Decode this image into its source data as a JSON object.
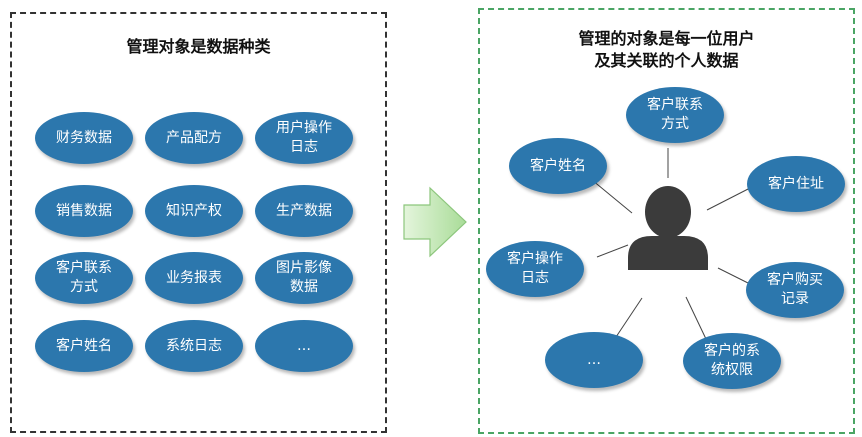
{
  "left_panel": {
    "title": "管理对象是数据种类",
    "items": [
      "财务数据",
      "产品配方",
      "用户操作\n日志",
      "销售数据",
      "知识产权",
      "生产数据",
      "客户联系\n方式",
      "业务报表",
      "图片影像\n数据",
      "客户姓名",
      "系统日志",
      "…"
    ]
  },
  "right_panel": {
    "title": "管理的对象是每一位用户\n及其关联的个人数据",
    "center_icon": "person-icon",
    "items": [
      "客户联系\n方式",
      "客户住址",
      "客户购买\n记录",
      "客户的系\n统权限",
      "…",
      "客户操作\n日志",
      "客户姓名"
    ]
  },
  "arrow_icon": "right-arrow-icon",
  "colors": {
    "ellipse": "#2c77ad",
    "left_border": "#333333",
    "right_border": "#4aa564",
    "arrow_fill": "#bfe6b4",
    "person": "#3b3b3b"
  }
}
